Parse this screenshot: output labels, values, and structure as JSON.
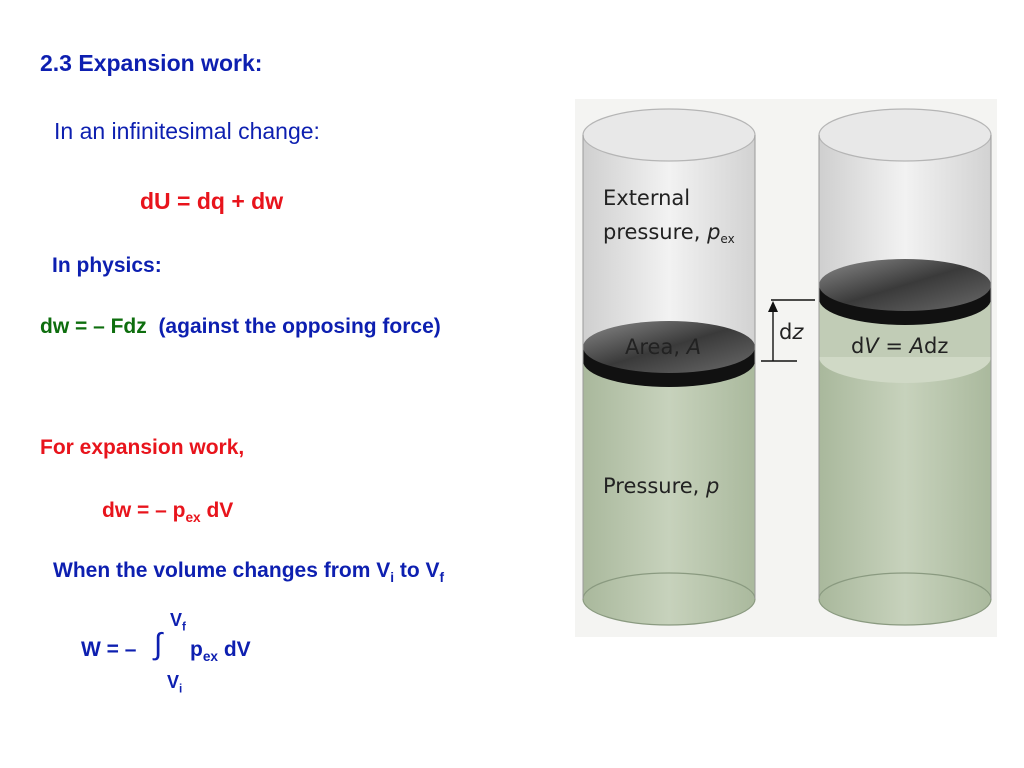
{
  "slide": {
    "title": "2.3 Expansion work:",
    "intro": "In an infinitesimal change:",
    "eq1": "dU = dq + dw",
    "physics_label": "In physics:",
    "eq2_main": "dw = – Fdz",
    "eq2_note": "(against the opposing force)",
    "expansion_label": "For expansion work,",
    "eq3_prefix": "dw =  – p",
    "eq3_sub": "ex",
    "eq3_suffix": " dV",
    "volume_change": {
      "prefix": "When the volume changes from V",
      "sub_i": "i",
      "middle": " to V",
      "sub_f": "f"
    },
    "work_integral": {
      "lhs": "W = –",
      "integral_symbol": "∫",
      "upper_base": "V",
      "upper_sub": "f",
      "lower_base": "V",
      "lower_sub": "i",
      "integrand_base": "p",
      "integrand_sub": "ex",
      "integrand_suffix": " dV"
    }
  },
  "figure": {
    "external_pressure_line1": "External",
    "external_pressure_line2": "pressure, ",
    "external_pressure_symbol": "p",
    "external_pressure_sub": "ex",
    "area_label": "Area, ",
    "area_symbol": "A",
    "dz_label": "d",
    "dz_symbol": "z",
    "dv_label": "d",
    "dv_symbol": "V",
    "dv_eq": " = ",
    "dv_rhs": "A",
    "dv_rhs2": "dz",
    "pressure_label": "Pressure, ",
    "pressure_symbol": "p"
  },
  "colors": {
    "title_blue": "#0d1fb0",
    "equation_red": "#e8141c",
    "physics_green": "#0e6e0e",
    "gas_green": "#b9c6ad",
    "cylinder_gray": "#e3e3e3",
    "piston_dark": "#2a2a2a"
  }
}
